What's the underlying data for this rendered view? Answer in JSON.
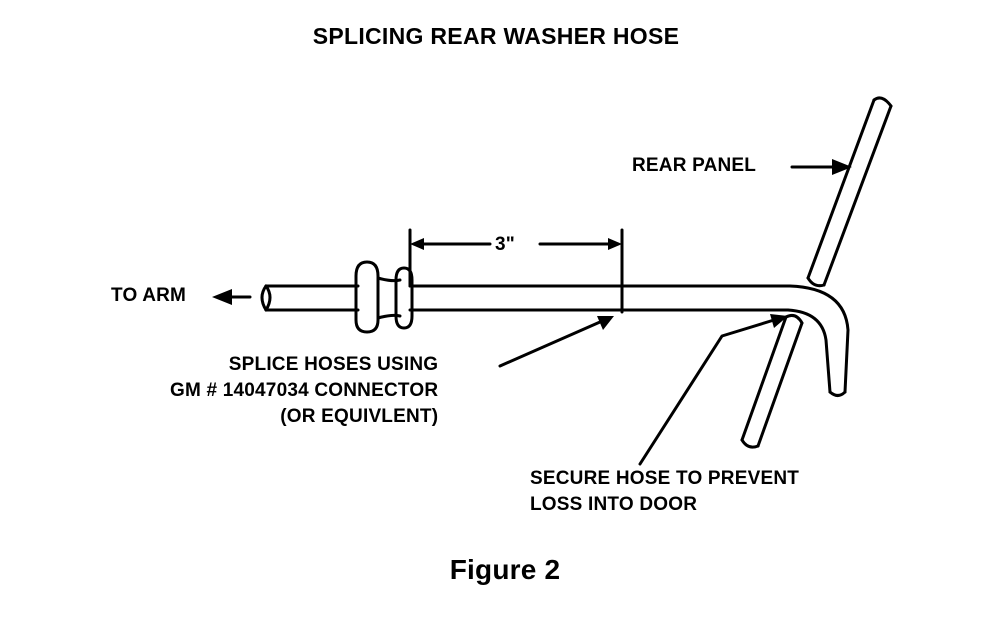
{
  "title": "SPLICING REAR WASHER HOSE",
  "figure_caption": "Figure 2",
  "labels": {
    "to_arm": "TO ARM",
    "rear_panel": "REAR PANEL",
    "dimension": "3\"",
    "splice_lines": [
      "SPLICE HOSES USING",
      "GM # 14047034 CONNECTOR",
      "(OR EQUIVLENT)"
    ],
    "secure_lines": [
      "SECURE HOSE TO PREVENT",
      "LOSS INTO DOOR"
    ]
  },
  "colors": {
    "ink": "#000000",
    "paper": "#ffffff"
  }
}
